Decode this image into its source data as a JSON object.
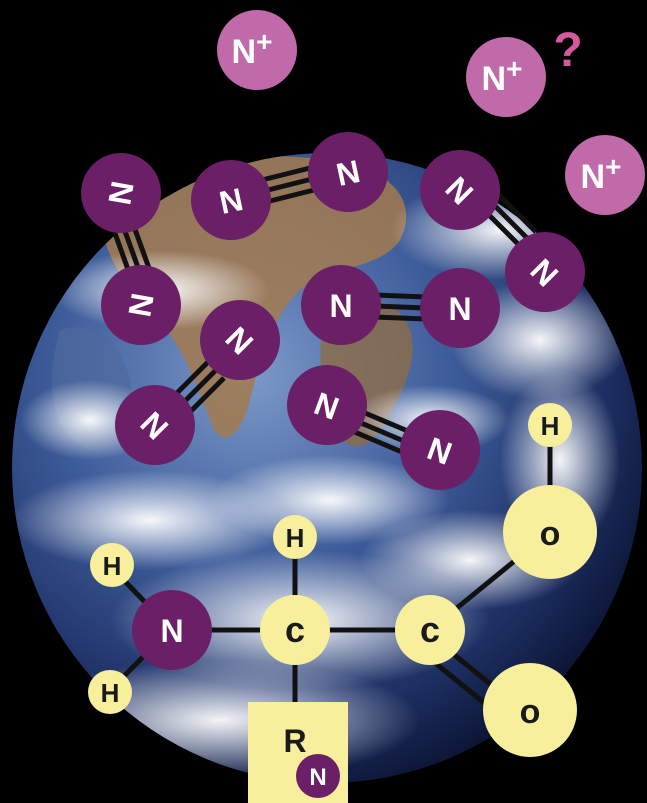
{
  "colors": {
    "background": "#000000",
    "nitrogen_atom": "#6a1f66",
    "nitrogen_text": "#ffffff",
    "ion": "#c06aa9",
    "ion_text": "#ffffff",
    "amino_atom": "#f7ef9c",
    "amino_text": "#1a1a1a",
    "bond": "#111111",
    "question": "#d55a9d"
  },
  "labels": {
    "nitrogen": "N",
    "ion": "N+",
    "question": "?",
    "hydrogen": "H",
    "carbon": "c",
    "oxygen": "o",
    "rgroup": "R"
  },
  "molecules": [
    {
      "name": "n2-molecule",
      "atoms": [
        "N",
        "N"
      ],
      "bond": "triple"
    },
    {
      "name": "n2-molecule",
      "atoms": [
        "N",
        "N"
      ],
      "bond": "triple"
    },
    {
      "name": "n2-molecule",
      "atoms": [
        "N",
        "N"
      ],
      "bond": "triple"
    },
    {
      "name": "n2-molecule",
      "atoms": [
        "N",
        "N"
      ],
      "bond": "triple"
    },
    {
      "name": "n2-molecule",
      "atoms": [
        "N",
        "N"
      ],
      "bond": "triple"
    },
    {
      "name": "n2-molecule",
      "atoms": [
        "N",
        "N"
      ],
      "bond": "triple"
    }
  ],
  "ions": [
    "N+",
    "N+",
    "N+"
  ],
  "amino_acid": {
    "atoms": [
      "H",
      "H",
      "N",
      "c",
      "H",
      "c",
      "o",
      "H",
      "o",
      "R",
      "N"
    ]
  }
}
